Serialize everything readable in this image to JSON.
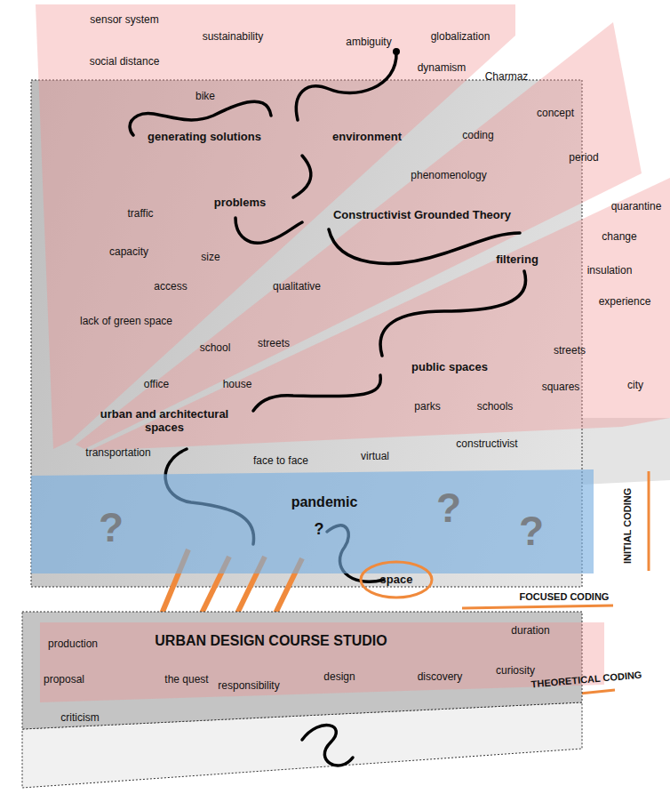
{
  "diagram": {
    "nodes": [
      {
        "text": [
          "?",
          "pandemic",
          "?",
          "?",
          "?"
        ]
      },
      {
        "text": [
          "space"
        ]
      },
      {
        "text": [
          "URBAN DESIGN COURSE STUDIO",
          "production",
          "duration",
          "proposal",
          "the quest",
          "responsibility",
          "design",
          "discovery",
          "curiosity",
          "criticism"
        ]
      }
    ],
    "labels": [
      "sensor system",
      "sustainability",
      "ambiguity",
      "globalization",
      "social distance",
      "dynamism",
      "Charmaz",
      "bike",
      "concept",
      "generating solutions",
      "environment",
      "coding",
      "period",
      "phenomenology",
      "problems",
      "quarantine",
      "Constructivist Grounded Theory",
      "traffic",
      "change",
      "capacity",
      "size",
      "filtering",
      "insulation",
      "access",
      "qualitative",
      "experience",
      "lack of green space",
      "school",
      "streets",
      "streets",
      "public spaces",
      "office",
      "house",
      "squares",
      "city",
      "parks",
      "schools",
      "urban and architectural spaces",
      "transportation",
      "constructivist",
      "face to face",
      "virtual",
      "INITIAL CODING",
      "FOCUSED CODING",
      "THEORETICAL CODING"
    ]
  }
}
